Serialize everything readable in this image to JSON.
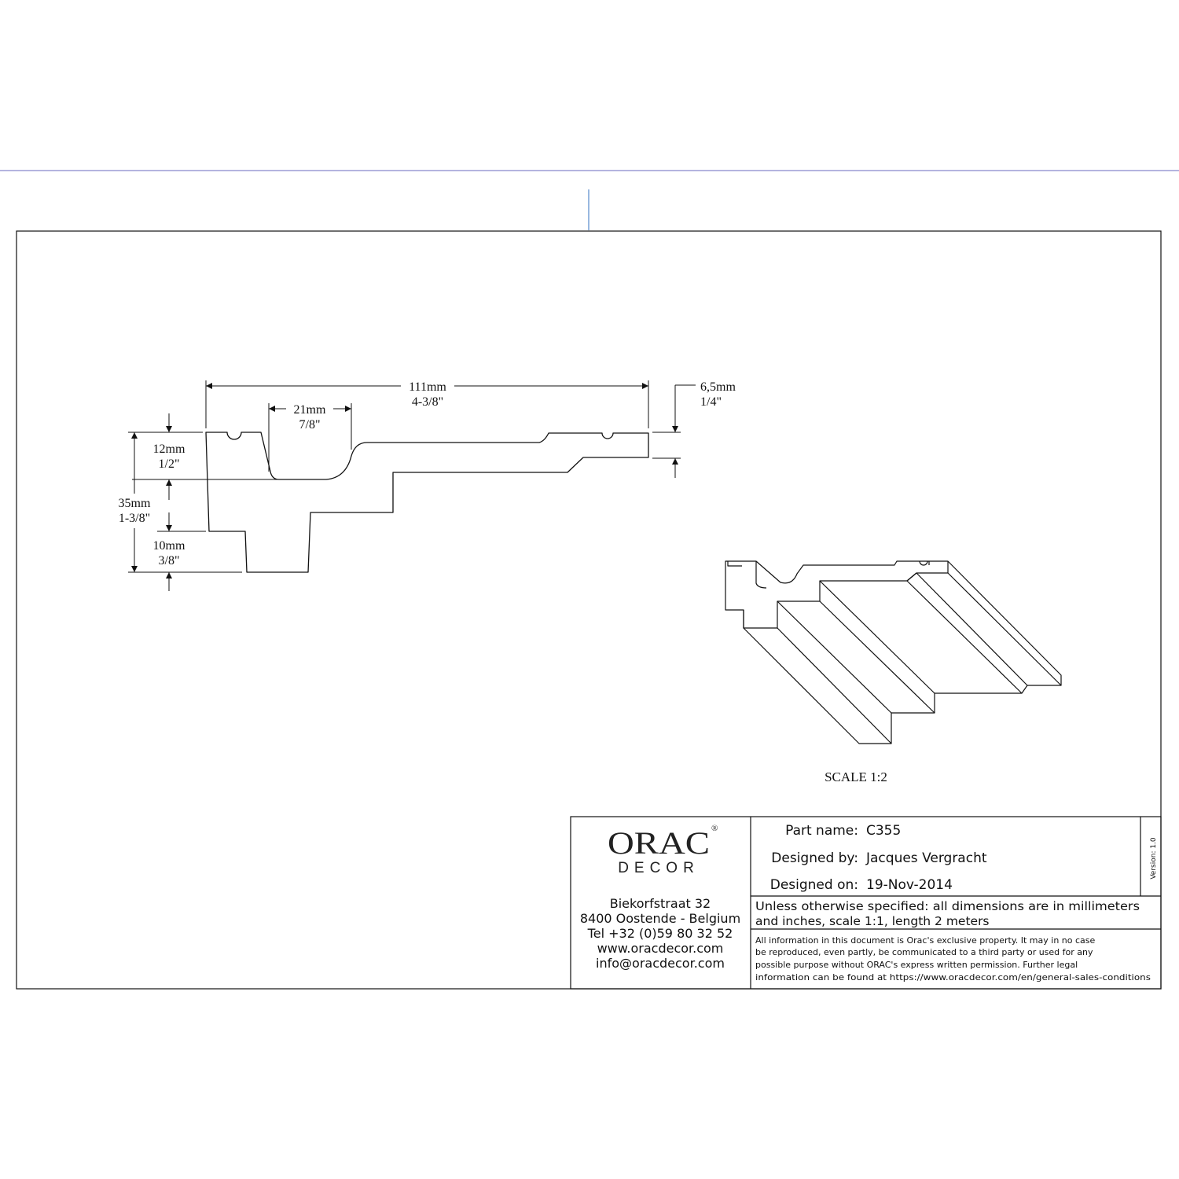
{
  "dimensions": {
    "width_mm": "111mm",
    "width_in": "4-3/8\"",
    "channel_mm": "21mm",
    "channel_in": "7/8\"",
    "lip_mm": "6,5mm",
    "lip_in": "1/4\"",
    "top_mm": "12mm",
    "top_in": "1/2\"",
    "height_mm": "35mm",
    "height_in": "1-3/8\"",
    "bottom_mm": "10mm",
    "bottom_in": "3/8\""
  },
  "scale_label": "SCALE  1:2",
  "logo": {
    "word": "ORAC",
    "sub": "DECOR",
    "mark": "®"
  },
  "address": [
    "Biekorfstraat 32",
    "8400 Oostende - Belgium",
    "Tel  +32 (0)59 80 32 52",
    "www.oracdecor.com",
    "info@oracdecor.com"
  ],
  "title_block": {
    "part_name_label": "Part name:",
    "part_name": "C355",
    "designed_by_label": "Designed by:",
    "designed_by": "Jacques Vergracht",
    "designed_on_label": "Designed on:",
    "designed_on": "19-Nov-2014",
    "version": "Version: 1.0"
  },
  "notes": {
    "units_line1": "Unless otherwise specified: all dimensions are in millimeters",
    "units_line2": "and inches, scale 1:1, length 2 meters",
    "legal": [
      "All information in this document is Orac's exclusive property.  It may in no case",
      "be reproduced, even partly, be communicated to a third party or used for any",
      "possible purpose without ORAC's express written permission. Further legal",
      "information can be found at https://www.oracdecor.com/en/general-sales-conditions"
    ]
  },
  "colors": {
    "top_rule": "#8888cc",
    "center_mark": "#5588cc",
    "line": "#111111"
  }
}
